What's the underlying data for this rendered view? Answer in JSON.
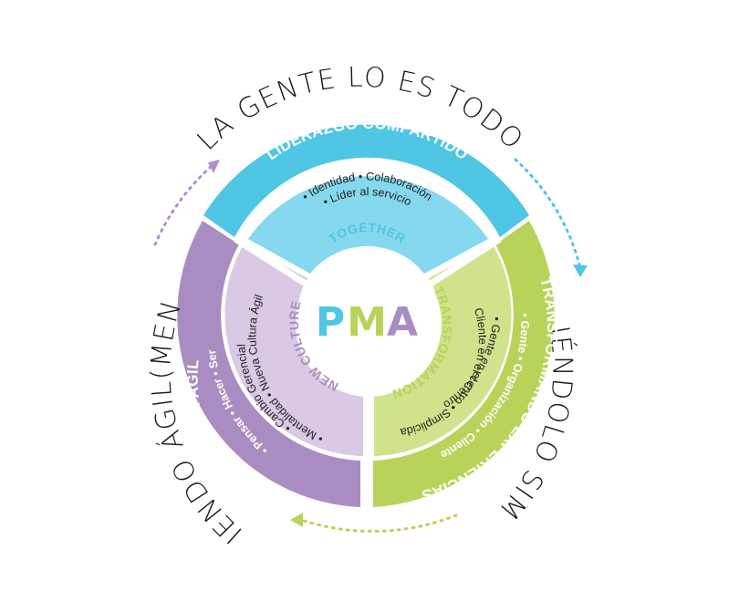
{
  "outer_titles": {
    "top": "LA GENTE LO ES TODO",
    "right": "HACIÉNDOLO SIMPLE",
    "left": "VIVIENDO ÁGIL(MENTE)"
  },
  "bands": {
    "top": {
      "title": "LIDERAZGO COMPARTIDO",
      "subtitle": "• Empleado • Equipo • Líder",
      "inner_line1": "• Identidad • Colaboración",
      "inner_line2": "• Líder al servicio",
      "core_label": "TOGETHER"
    },
    "right": {
      "title": "TRANSFORMANDO EXPERIENCIAS",
      "subtitle": "• Gente • Organización • Cliente",
      "inner_line1": "• Gente en el Centro",
      "inner_line2": "• Cliente en el centro • Simplicidad",
      "core_label": "TRANSFORMATION"
    },
    "left": {
      "title": "CULTURA ÁGIL",
      "subtitle": "• Pensar • Hacer • Ser",
      "inner_line1": "• Mentalidad • Nueva Cultura Ágil",
      "inner_line2": "• Cambio Gerencial",
      "core_label": "NEW CULTURE"
    }
  },
  "logo": {
    "letters": [
      "P",
      "M",
      "A"
    ]
  },
  "colors": {
    "blue": "#4fc6e3",
    "blue_light": "#86d8ee",
    "green": "#b8d35a",
    "green_light": "#cfe28c",
    "purple": "#a98dc2",
    "purple_light": "#d9c9e4",
    "arrow_purple": "#b08fcc",
    "arrow_blue": "#4fc6e3",
    "arrow_green": "#b8d35a"
  }
}
